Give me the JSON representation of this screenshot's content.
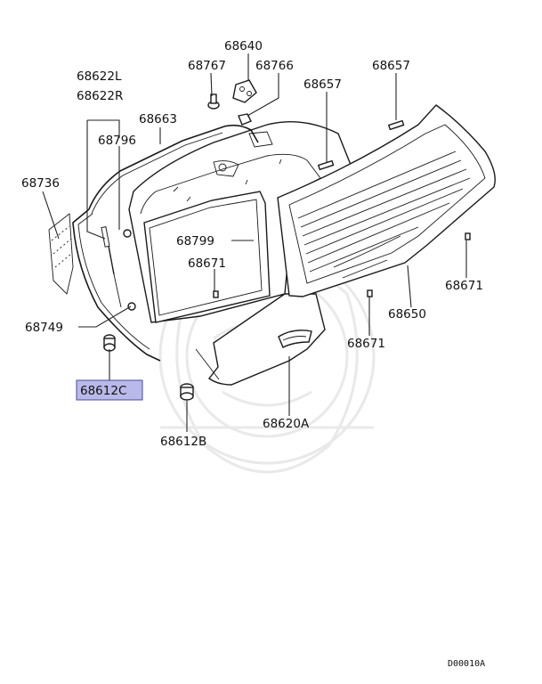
{
  "diagram": {
    "parts": [
      {
        "id": "p68640",
        "label": "68640"
      },
      {
        "id": "p68767",
        "label": "68767"
      },
      {
        "id": "p68766",
        "label": "68766"
      },
      {
        "id": "p68657a",
        "label": "68657"
      },
      {
        "id": "p68657b",
        "label": "68657"
      },
      {
        "id": "p68622L",
        "label": "68622L"
      },
      {
        "id": "p68622R",
        "label": "68622R"
      },
      {
        "id": "p68663",
        "label": "68663"
      },
      {
        "id": "p68796",
        "label": "68796"
      },
      {
        "id": "p68736",
        "label": "68736"
      },
      {
        "id": "p68799",
        "label": "68799"
      },
      {
        "id": "p68671a",
        "label": "68671"
      },
      {
        "id": "p68671b",
        "label": "68671"
      },
      {
        "id": "p68671c",
        "label": "68671"
      },
      {
        "id": "p68650",
        "label": "68650"
      },
      {
        "id": "p68749",
        "label": "68749"
      },
      {
        "id": "p68612C",
        "label": "68612C"
      },
      {
        "id": "p68612B",
        "label": "68612B"
      },
      {
        "id": "p68620A",
        "label": "68620A"
      }
    ],
    "highlighted": "68612C",
    "highlight_color": "#b9b9ea",
    "diagram_code": "D00010A"
  }
}
